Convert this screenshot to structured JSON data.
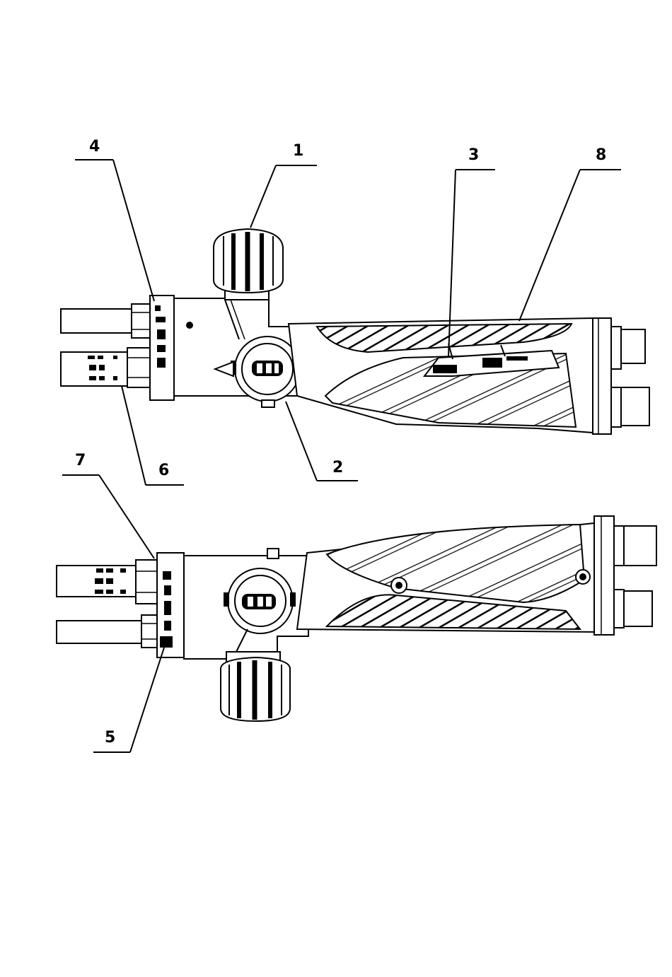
{
  "callouts": [
    {
      "id": "1",
      "label": "1"
    },
    {
      "id": "2",
      "label": "2"
    },
    {
      "id": "3",
      "label": "3"
    },
    {
      "id": "4",
      "label": "4"
    },
    {
      "id": "5",
      "label": "5"
    },
    {
      "id": "6",
      "label": "6"
    },
    {
      "id": "7",
      "label": "7"
    },
    {
      "id": "8",
      "label": "8"
    }
  ],
  "colors": {
    "ink": "#000000",
    "paper": "#ffffff"
  }
}
